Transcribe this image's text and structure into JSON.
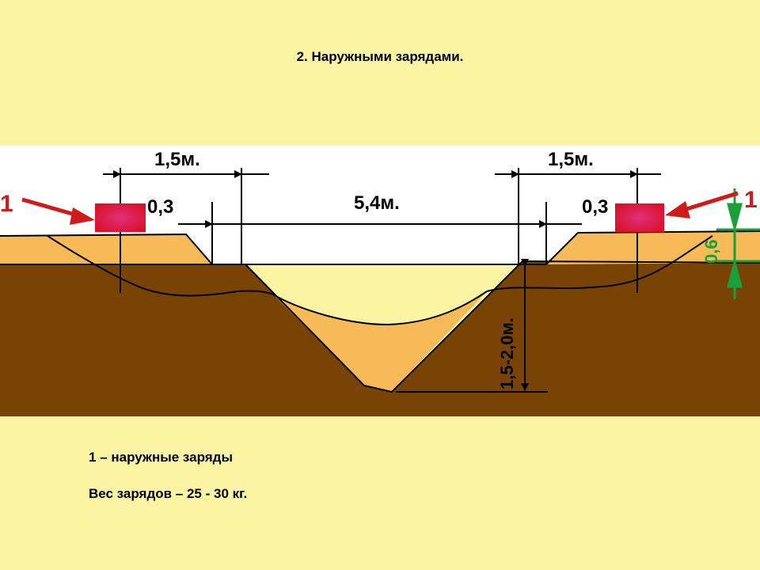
{
  "title": "2. Наружными зарядами.",
  "labels": {
    "width_left": "1,5м.",
    "width_right": "1,5м.",
    "offset_left": "0,3",
    "offset_right": "0,3",
    "span": "5,4м.",
    "depth": "1,5-2,0м.",
    "charge_depth": "0,6",
    "charge_marker_left": "1",
    "charge_marker_right": "1"
  },
  "legend": {
    "item1": "1 – наружные заряды",
    "item2": "Вес зарядов – 25 - 30 кг."
  },
  "colors": {
    "background": "#fbf4a3",
    "sky": "#ffffff",
    "soil_dark": "#7a4306",
    "soil_light": "#f6bb58",
    "charge": "#d9122a",
    "arrow": "#d11a1a",
    "dimension_green": "#1aa03a"
  }
}
